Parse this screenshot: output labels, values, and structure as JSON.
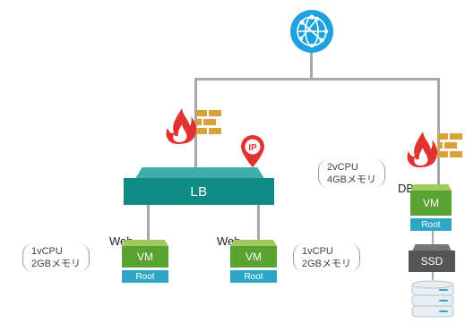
{
  "internet": {
    "icon": "globe-network-icon"
  },
  "firewall": {
    "icon": "firewall-icon"
  },
  "ip_marker": {
    "label": "IP",
    "icon": "location-pin-icon"
  },
  "load_balancer": {
    "label": "LB"
  },
  "web_servers": [
    {
      "role": "Web",
      "vm_label": "VM",
      "disk_label": "Root",
      "spec_line1": "1vCPU",
      "spec_line2": "2GBメモリ"
    },
    {
      "role": "Web",
      "vm_label": "VM",
      "disk_label": "Root",
      "spec_line1": "1vCPU",
      "spec_line2": "2GBメモリ"
    }
  ],
  "db_server": {
    "role": "DB",
    "vm_label": "VM",
    "disk_label": "Root",
    "spec_line1": "2vCPU",
    "spec_line2": "4GBメモリ"
  },
  "storage": {
    "ssd_label": "SSD",
    "db_icon": "database-icon"
  },
  "colors": {
    "line": "#a8a8a8",
    "globe": "#1ea2df",
    "firewall_flame": "#e2312f",
    "firewall_brick": "#d9a13a",
    "lb": "#108b83",
    "vm": "#5aa232",
    "root": "#2fa5c6",
    "ssd": "#555555",
    "pin": "#e2312f"
  }
}
